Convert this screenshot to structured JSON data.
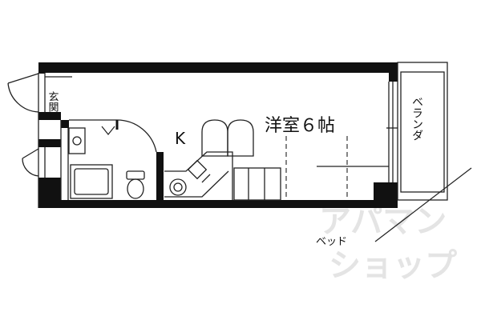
{
  "labels": {
    "entrance": "玄関",
    "kitchen": "K",
    "western_room": "洋室６帖",
    "veranda": "ベランダ",
    "bed": "ベッド"
  },
  "watermark": {
    "line1": "アパマン",
    "line2": "ショップ"
  },
  "colors": {
    "wall": "#111111",
    "line": "#222222",
    "watermark": "#e4e4e4",
    "background": "#ffffff"
  }
}
